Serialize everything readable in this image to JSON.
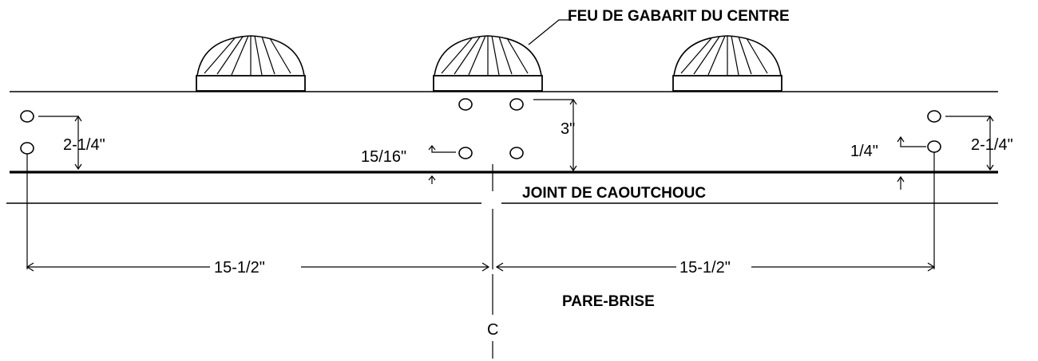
{
  "labels": {
    "center_marker_light": "FEU DE GABARIT DU CENTRE",
    "rubber_seal": "JOINT DE CAOUTCHOUC",
    "windshield": "PARE-BRISE",
    "centerline": "C"
  },
  "dimensions": {
    "left_vertical": "2-1/4\"",
    "right_vertical": "2-1/4\"",
    "center_vertical": "3\"",
    "center_offset": "15/16\"",
    "right_offset": "1/4\"",
    "left_span": "15-1/2\"",
    "right_span": "15-1/2\""
  }
}
